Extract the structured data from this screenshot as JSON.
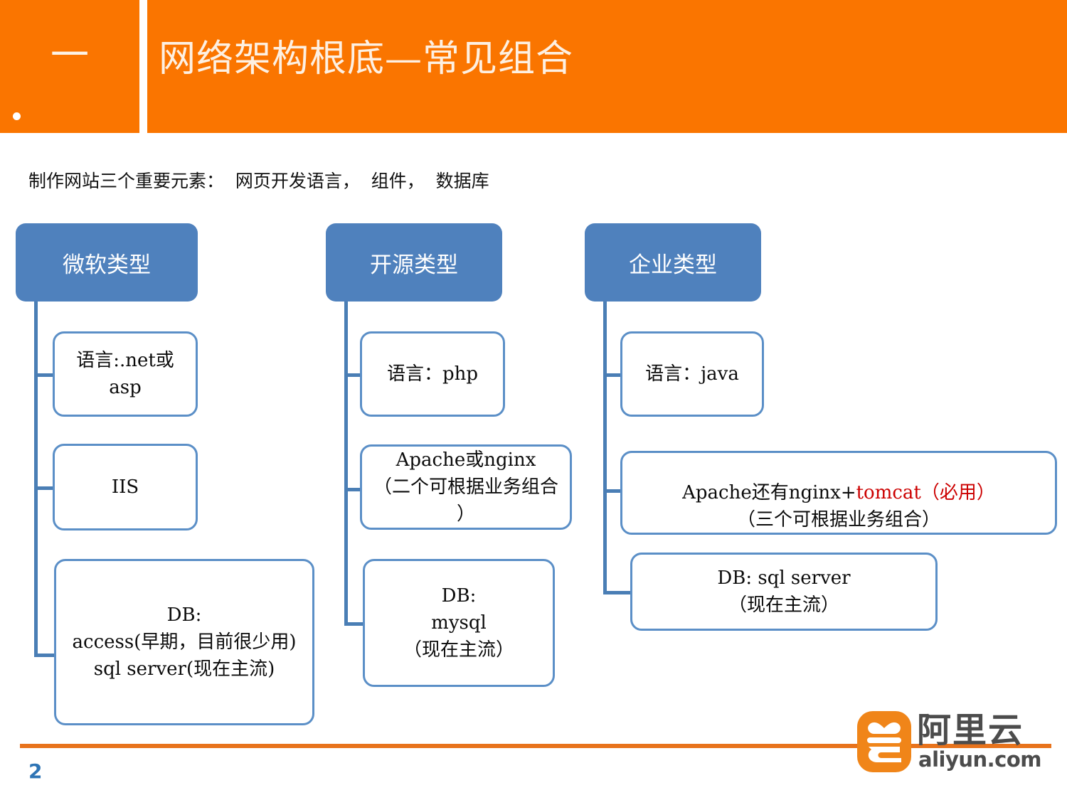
{
  "header": {
    "number": "一",
    "title": "网络架构根底—常见组合",
    "accent_color": "#FA7500"
  },
  "subtitle": "制作网站三个重要元素：  网页开发语言，  组件，  数据库",
  "columns": [
    {
      "head": "微软类型",
      "nodes": [
        {
          "text": "语言:.net或\nasp"
        },
        {
          "text": "IIS"
        },
        {
          "text": "DB:\naccess(早期，目前很少用)\nsql server(现在主流)"
        }
      ]
    },
    {
      "head": "开源类型",
      "nodes": [
        {
          "text": "语言：php"
        },
        {
          "text": "Apache或nginx\n（二个可根据业务组合\n）"
        },
        {
          "text": "DB:\nmysql\n（现在主流）"
        }
      ]
    },
    {
      "head": "企业类型",
      "nodes": [
        {
          "text": "语言：java"
        },
        {
          "text_parts": [
            {
              "text": "Apache还有nginx+",
              "color": "black"
            },
            {
              "text": "tomcat（必用）",
              "color": "red"
            },
            {
              "text": "\n（三个可根据业务组合）",
              "color": "black"
            }
          ]
        },
        {
          "text": "DB:   sql server\n（现在主流）"
        }
      ]
    }
  ],
  "footer": {
    "page_number": "2",
    "rule_color": "#E8731C"
  },
  "logo": {
    "cn": "阿里云",
    "en": "aliyun.com",
    "mark_color": "#F08519"
  },
  "theme": {
    "box_blue": "#4F81BD",
    "outline_blue": "#5B8FC7",
    "connector_blue": "#4A7EB5",
    "red_accent": "#CC0000",
    "page_number_blue": "#2E74B5"
  }
}
